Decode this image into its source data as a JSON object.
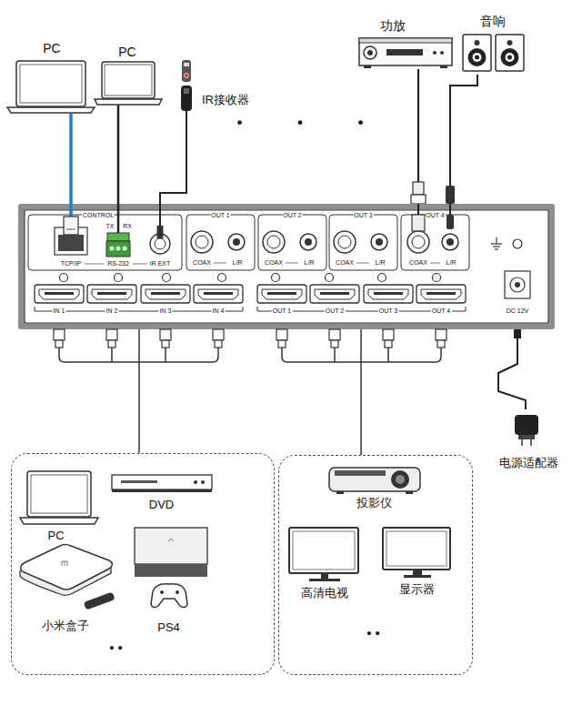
{
  "diagram": {
    "nodes": [
      {
        "text": [
          "PC"
        ]
      },
      {
        "text": [
          "PC"
        ]
      },
      {
        "text": [
          "IR接收器"
        ]
      },
      {
        "text": [
          "功放"
        ]
      },
      {
        "text": [
          "音响"
        ]
      },
      {
        "text": [
          "CONTROL",
          "TX",
          "RX",
          "TCP/IP",
          "RS-232",
          "IR EXT",
          "OUT 1",
          "COAX",
          "L/R",
          "OUT 2",
          "COAX",
          "L/R",
          "OUT 3",
          "COAX",
          "L/R",
          "OUT 4",
          "COAX",
          "L/R",
          "IN 1",
          "IN 2",
          "IN 3",
          "IN 4",
          "OUT 1",
          "OUT 2",
          "OUT 3",
          "OUT 4",
          "DC 12V"
        ]
      },
      {
        "text": [
          "• •"
        ]
      },
      {
        "text": [
          "PC"
        ],
        "in": 6
      },
      {
        "text": [
          "DVD"
        ],
        "in": 6
      },
      {
        "text": [
          "小米盒子"
        ],
        "in": 6
      },
      {
        "text": [
          "PS4"
        ],
        "in": 6
      },
      {
        "text": [
          "• •"
        ]
      },
      {
        "text": [
          "投影仪"
        ],
        "in": 11
      },
      {
        "text": [
          "高清电视"
        ],
        "in": 11
      },
      {
        "text": [
          "显示器"
        ],
        "in": 11
      },
      {
        "text": [
          "电源适配器"
        ]
      }
    ],
    "edges": [
      {
        "from": 0,
        "to": 5,
        "arrow": "none"
      },
      {
        "from": 1,
        "to": 5,
        "arrow": "none"
      },
      {
        "from": 2,
        "to": 5,
        "arrow": "none"
      },
      {
        "from": 3,
        "to": 5,
        "arrow": "none"
      },
      {
        "from": 4,
        "to": 5,
        "arrow": "none"
      },
      {
        "from": 6,
        "to": 5,
        "arrow": "none"
      },
      {
        "from": 5,
        "to": 11,
        "arrow": "none"
      },
      {
        "from": 15,
        "to": 5,
        "arrow": "none"
      }
    ],
    "labels": [
      "• • •"
    ]
  }
}
